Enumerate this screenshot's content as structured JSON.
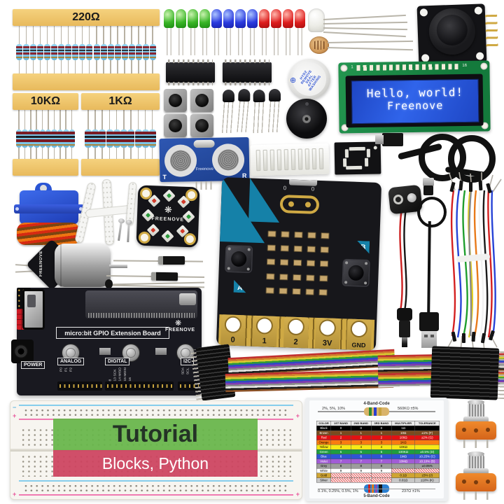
{
  "resistor_packs": [
    {
      "label": "220Ω",
      "count": 20
    },
    {
      "label": "10KΩ",
      "count": 10
    },
    {
      "label": "1KΩ",
      "count": 10
    }
  ],
  "leds": {
    "groups": [
      {
        "color": "green",
        "count": 4
      },
      {
        "color": "blue",
        "count": 4
      },
      {
        "color": "red",
        "count": 4
      }
    ]
  },
  "bargraph": {
    "segments": 10
  },
  "lcd": {
    "pin_first": "1",
    "pin_last": "16",
    "line1": "Hello, world!",
    "line2": "Freenove"
  },
  "microbit": {
    "silk": [
      "0",
      "0"
    ],
    "label_a": "A",
    "label_b": "B",
    "pads": [
      "0",
      "1",
      "2",
      "3V",
      "GND"
    ],
    "matrix_rows": 5,
    "matrix_cols": 5
  },
  "gpio_board": {
    "title": "micro:bit GPIO Extension Board",
    "brand": "FREENOVE",
    "sections": [
      "POWER",
      "ANALOG",
      "DIGITAL",
      "I2C"
    ],
    "analog_pins": [
      "P0",
      "P1",
      "P2"
    ],
    "digital_pins": [
      "P8",
      "P13 SCK",
      "P14 MISO",
      "P15 MOSI",
      "P16"
    ],
    "i2c_pins": [
      "SDA",
      "SCL"
    ]
  },
  "ultrasonic": {
    "label_t": "T",
    "label_r": "R",
    "brand": "Freenove"
  },
  "buzzer": {
    "sticker_lines": [
      "HYDZ",
      "REMOVE",
      "SEAL",
      "AFTER",
      "WASHING"
    ],
    "plus_mark": "⊕"
  },
  "rgb_module": {
    "brand": "FREENOVE"
  },
  "motor": {
    "brand": "FREENOVE"
  },
  "breadboard": {
    "title": "Tutorial",
    "subtitle": "Blocks, Python",
    "plus": "+",
    "minus": "−"
  },
  "color_card": {
    "four_band": {
      "label": "4-Band-Code",
      "left": "2%, 5%, 10%",
      "right": "560KΩ ±5%"
    },
    "five_band": {
      "label": "5-Band-Code",
      "left": "0.1%, 0.25%, 0.5%, 1%",
      "right": "237Ω ±1%"
    },
    "headers": [
      "COLOR",
      "1ST BAND",
      "2ND BAND",
      "3RD BAND",
      "MULTIPLIER",
      "TOLERANCE"
    ],
    "rows": [
      {
        "name": "Black",
        "bg": "#000000",
        "fg": "#ffffff",
        "cells": [
          "0",
          "0",
          "0",
          "1Ω",
          ""
        ],
        "hatch": []
      },
      {
        "name": "Brown",
        "bg": "#7a4a1e",
        "fg": "#ffffff",
        "cells": [
          "1",
          "1",
          "1",
          "10Ω",
          "±1% (F)"
        ],
        "hatch": []
      },
      {
        "name": "Red",
        "bg": "#e11212",
        "fg": "#ffffff",
        "cells": [
          "2",
          "2",
          "2",
          "100Ω",
          "±2% (G)"
        ],
        "hatch": []
      },
      {
        "name": "Orange",
        "bg": "#f97c10",
        "fg": "#000000",
        "cells": [
          "3",
          "3",
          "3",
          "1KΩ",
          ""
        ],
        "hatch": []
      },
      {
        "name": "Yellow",
        "bg": "#f7e916",
        "fg": "#000000",
        "cells": [
          "4",
          "4",
          "4",
          "10KΩ",
          ""
        ],
        "hatch": []
      },
      {
        "name": "Green",
        "bg": "#1e9e3e",
        "fg": "#ffffff",
        "cells": [
          "5",
          "5",
          "5",
          "100KΩ",
          "±0.5% (D)"
        ],
        "hatch": []
      },
      {
        "name": "Blue",
        "bg": "#2f54d4",
        "fg": "#ffffff",
        "cells": [
          "6",
          "6",
          "6",
          "1MΩ",
          "±0.25% (C)"
        ],
        "hatch": []
      },
      {
        "name": "Violet",
        "bg": "#a15cd6",
        "fg": "#ffffff",
        "cells": [
          "7",
          "7",
          "7",
          "10MΩ",
          "±0.10% (B)"
        ],
        "hatch": []
      },
      {
        "name": "Grey",
        "bg": "#9c9c9c",
        "fg": "#000000",
        "cells": [
          "8",
          "8",
          "8",
          "",
          "±0.05%"
        ],
        "hatch": []
      },
      {
        "name": "White",
        "bg": "#ffffff",
        "fg": "#000000",
        "cells": [
          "9",
          "9",
          "9",
          "",
          ""
        ],
        "hatch": [
          3,
          4
        ]
      },
      {
        "name": "Gold",
        "bg": "#cfa432",
        "fg": "#000000",
        "cells": [
          "",
          "",
          "",
          "0.1Ω",
          "±5% (J)"
        ],
        "hatch": [
          0,
          1,
          2
        ]
      },
      {
        "name": "Silver",
        "bg": "#c8c8c8",
        "fg": "#000000",
        "cells": [
          "",
          "",
          "",
          "0.01Ω",
          "±10% (K)"
        ],
        "hatch": [
          0,
          1,
          2
        ]
      }
    ]
  },
  "icons": {
    "freenove_logo": "❋"
  }
}
